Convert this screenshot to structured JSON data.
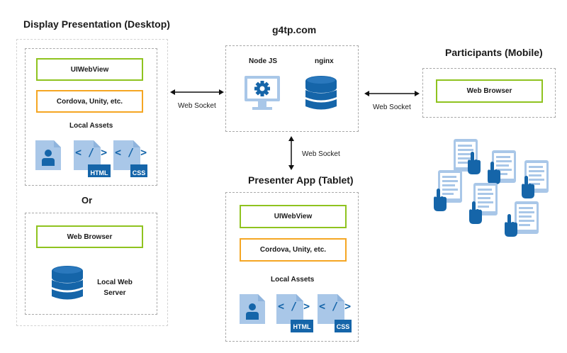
{
  "colors": {
    "accent_blue": "#1565a9",
    "light_blue": "#a9c7e8",
    "green_border": "#8fc31f",
    "orange_border": "#f5a623"
  },
  "desktop": {
    "title": "Display Presentation (Desktop)",
    "uiwebview": "UIWebView",
    "cordova": "Cordova, Unity, etc.",
    "local_assets": "Local Assets",
    "html_badge": "HTML",
    "css_badge": "CSS",
    "code_glyph": "< / >",
    "or": "Or",
    "web_browser": "Web Browser",
    "local_web_server": "Local Web Server"
  },
  "server": {
    "title": "g4tp.com",
    "nodejs": "Node JS",
    "nginx": "nginx"
  },
  "participants": {
    "title": "Participants (Mobile)",
    "web_browser": "Web Browser"
  },
  "presenter": {
    "title": "Presenter App (Tablet)",
    "uiwebview": "UIWebView",
    "cordova": "Cordova, Unity, etc.",
    "local_assets": "Local Assets",
    "html_badge": "HTML",
    "css_badge": "CSS",
    "code_glyph": "< / >"
  },
  "connections": {
    "left": "Web Socket",
    "right": "Web Socket",
    "down": "Web Socket"
  },
  "icons": [
    "document-person-icon",
    "html-file-icon",
    "css-file-icon",
    "database-icon",
    "monitor-gear-icon",
    "tablet-touch-icon"
  ]
}
